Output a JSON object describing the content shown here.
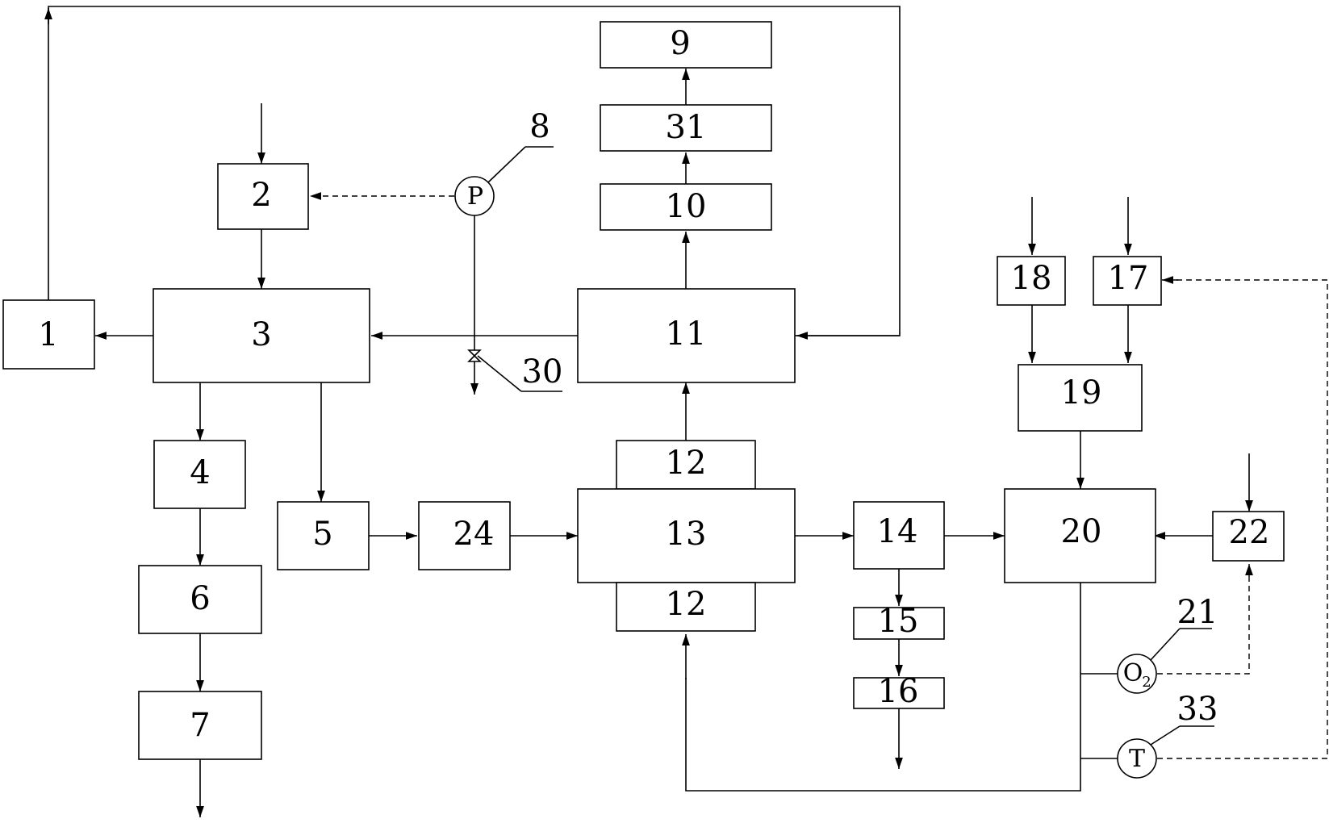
{
  "blocks": {
    "b1": "1",
    "b2": "2",
    "b3": "3",
    "b4": "4",
    "b5": "5",
    "b6": "6",
    "b7": "7",
    "b9": "9",
    "b10": "10",
    "b11": "11",
    "b12_top": "12",
    "b12_bottom": "12",
    "b13": "13",
    "b14": "14",
    "b15": "15",
    "b16": "16",
    "b17": "17",
    "b18": "18",
    "b19": "19",
    "b20": "20",
    "b22": "22",
    "b24": "24",
    "b31": "31"
  },
  "instruments": {
    "pressure": {
      "symbol": "P",
      "callout": "8"
    },
    "oxygen": {
      "symbol": "O",
      "subscript": "2",
      "callout": "21"
    },
    "temperature": {
      "symbol": "T",
      "callout": "33"
    }
  },
  "valve": {
    "callout": "30"
  }
}
